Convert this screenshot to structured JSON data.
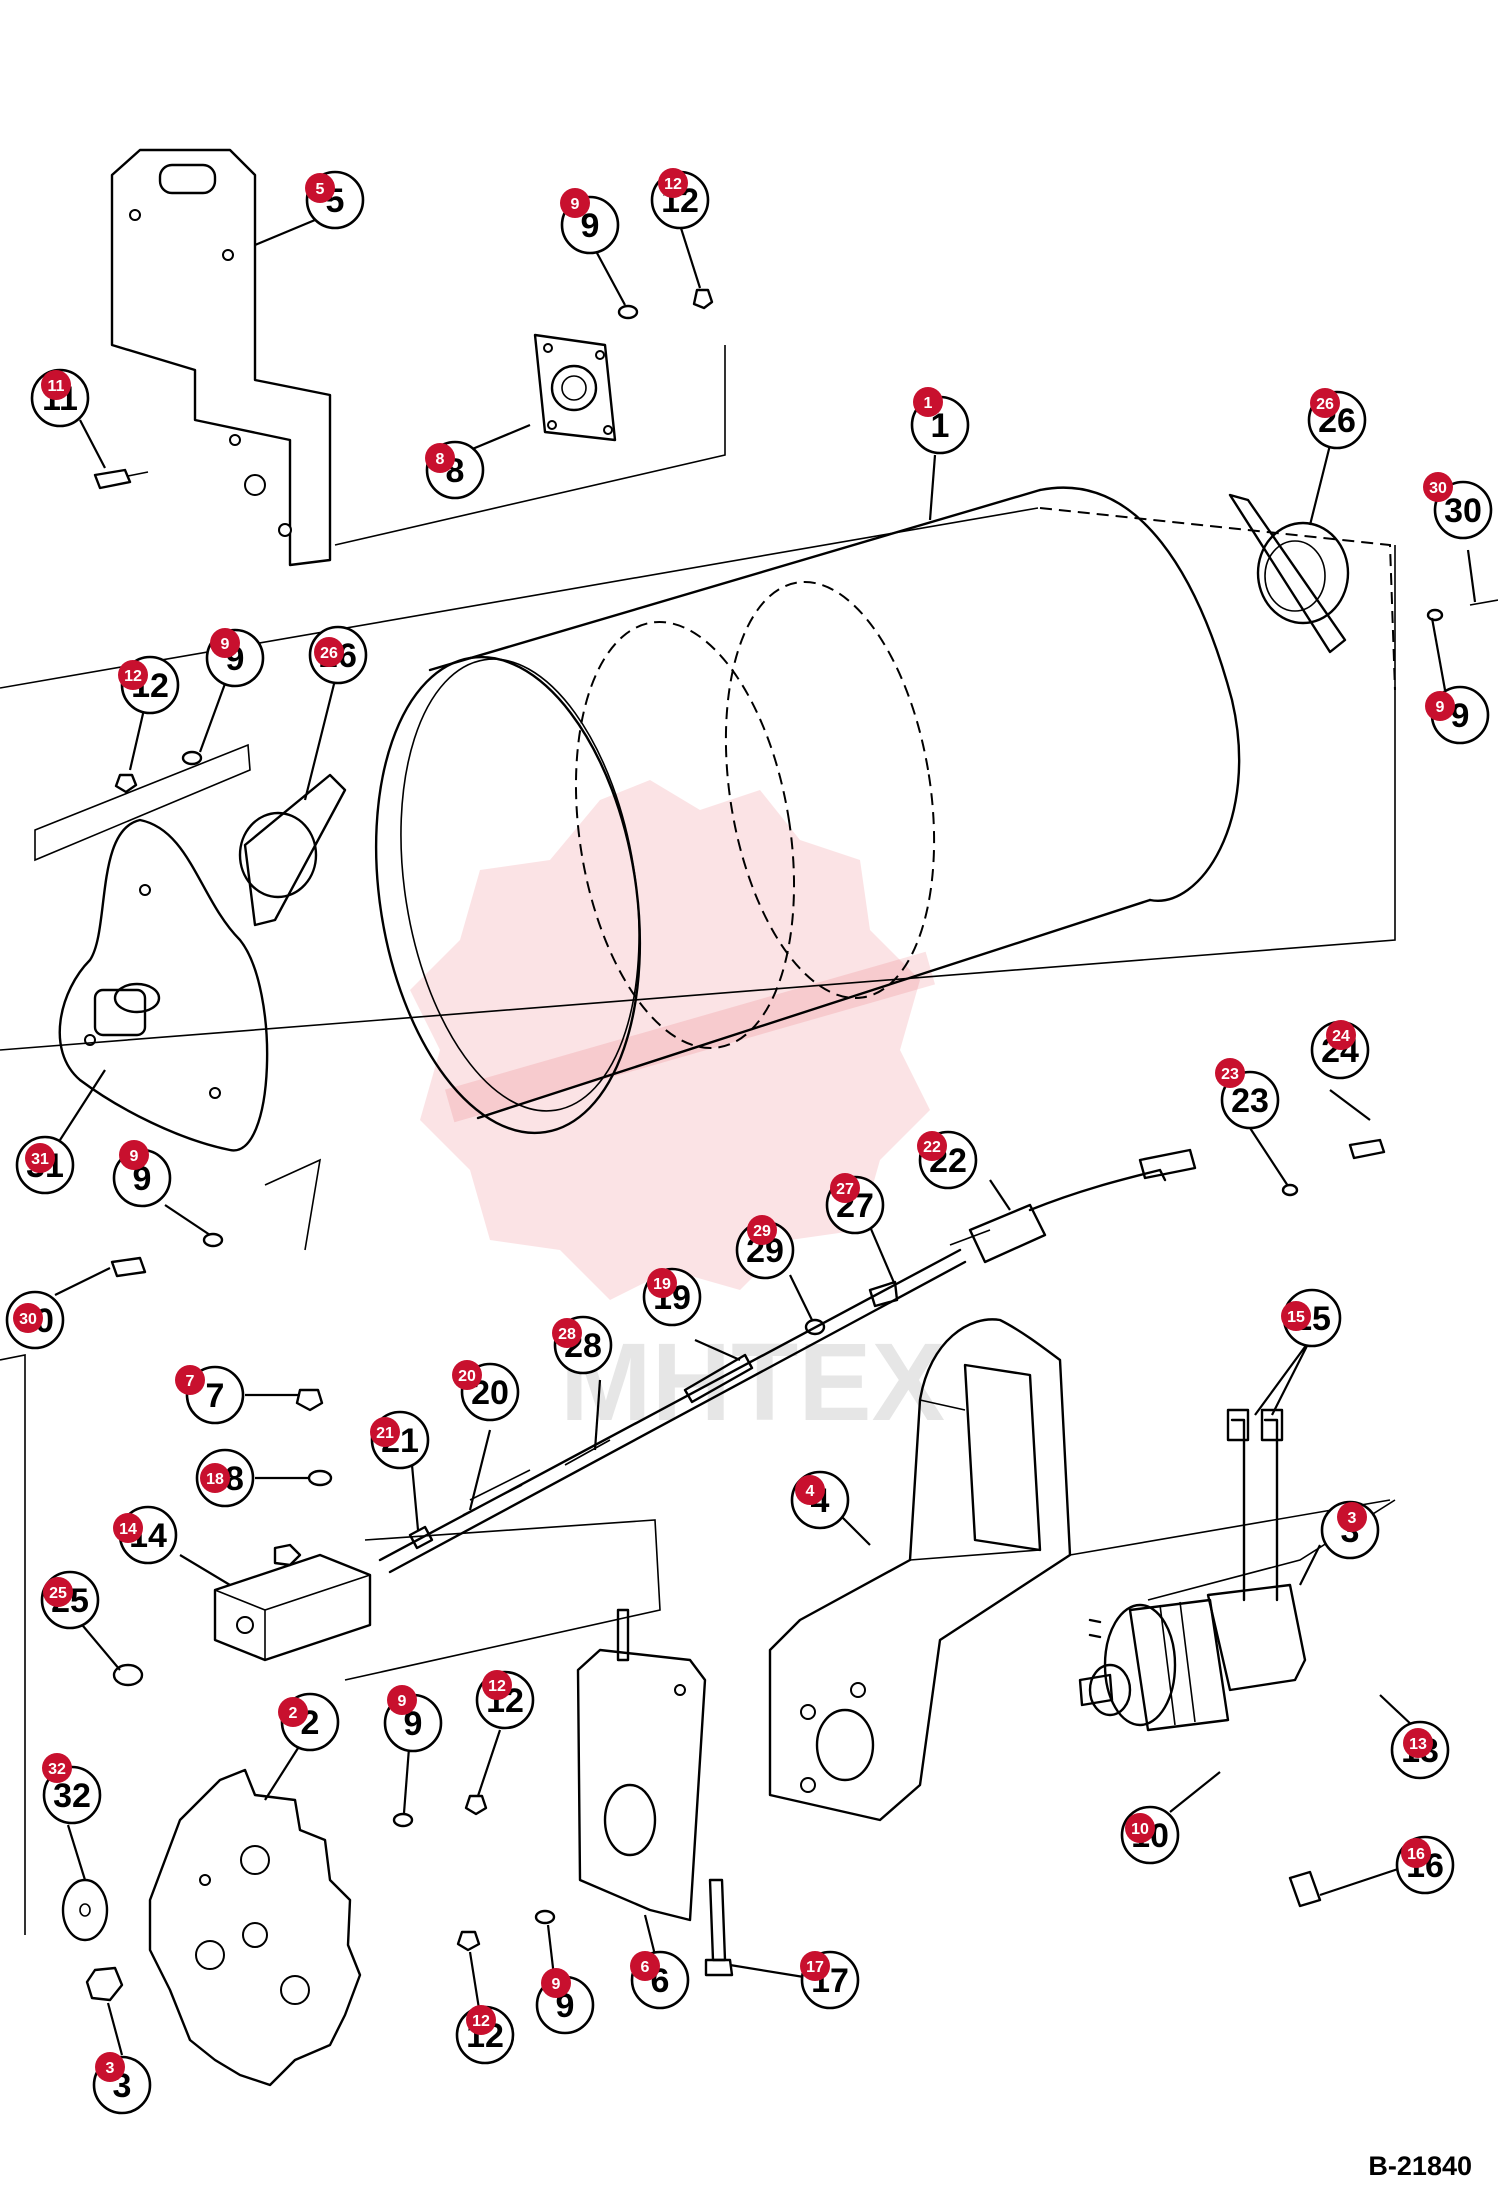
{
  "drawing_code": "B-21840",
  "watermark_text": "MHTEX",
  "colors": {
    "line": "#000000",
    "badge": "#c8102e",
    "watermark": "#e53945",
    "background": "#ffffff"
  },
  "callouts": [
    {
      "id": "c5",
      "label": "5"
    },
    {
      "id": "c9a",
      "label": "9"
    },
    {
      "id": "c12a",
      "label": "12"
    },
    {
      "id": "c11",
      "label": "11"
    },
    {
      "id": "c8",
      "label": "8"
    },
    {
      "id": "c1",
      "label": "1"
    },
    {
      "id": "c26a",
      "label": "26"
    },
    {
      "id": "c30a",
      "label": "30"
    },
    {
      "id": "c9b",
      "label": "9"
    },
    {
      "id": "c12b",
      "label": "12"
    },
    {
      "id": "c9c",
      "label": "9"
    },
    {
      "id": "c26b",
      "label": "26"
    },
    {
      "id": "c31",
      "label": "31"
    },
    {
      "id": "c9d",
      "label": "9"
    },
    {
      "id": "c30b",
      "label": "30"
    },
    {
      "id": "c24",
      "label": "24"
    },
    {
      "id": "c23",
      "label": "23"
    },
    {
      "id": "c22",
      "label": "22"
    },
    {
      "id": "c27",
      "label": "27"
    },
    {
      "id": "c29",
      "label": "29"
    },
    {
      "id": "c19",
      "label": "19"
    },
    {
      "id": "c28",
      "label": "28"
    },
    {
      "id": "c20",
      "label": "20"
    },
    {
      "id": "c21",
      "label": "21"
    },
    {
      "id": "c7",
      "label": "7"
    },
    {
      "id": "c18",
      "label": "18"
    },
    {
      "id": "c14",
      "label": "14"
    },
    {
      "id": "c25",
      "label": "25"
    },
    {
      "id": "c15",
      "label": "15"
    },
    {
      "id": "c4",
      "label": "4"
    },
    {
      "id": "c3a",
      "label": "3"
    },
    {
      "id": "c2",
      "label": "2"
    },
    {
      "id": "c9e",
      "label": "9"
    },
    {
      "id": "c12c",
      "label": "12"
    },
    {
      "id": "c13",
      "label": "13"
    },
    {
      "id": "c32",
      "label": "32"
    },
    {
      "id": "c10",
      "label": "10"
    },
    {
      "id": "c16",
      "label": "16"
    },
    {
      "id": "c17",
      "label": "17"
    },
    {
      "id": "c6",
      "label": "6"
    },
    {
      "id": "c9f",
      "label": "9"
    },
    {
      "id": "c12d",
      "label": "12"
    },
    {
      "id": "c3b",
      "label": "3"
    }
  ]
}
